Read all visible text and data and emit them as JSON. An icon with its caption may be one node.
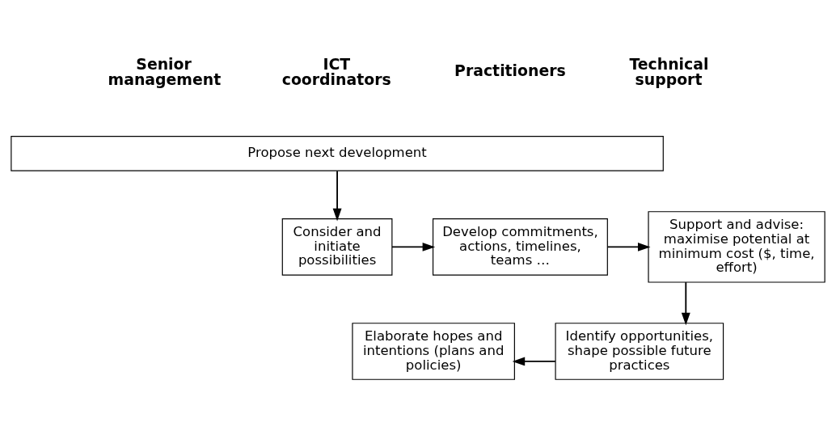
{
  "diagram": {
    "nodes": [
      {
        "text": [
          "Propose next development"
        ]
      },
      {
        "text": [
          "Consider and initiate possibilities"
        ]
      },
      {
        "text": [
          "Develop commitments, actions, timelines, teams …"
        ]
      },
      {
        "text": [
          "Support and advise: maximise potential at minimum cost ($, time, effort)"
        ]
      },
      {
        "text": [
          "Elaborate hopes and intentions (plans and policies)"
        ]
      },
      {
        "text": [
          "Identify opportunities, shape possible future practices"
        ]
      }
    ],
    "edges": [
      {
        "from": 0,
        "to": 1,
        "arrow": "to"
      },
      {
        "from": 1,
        "to": 2,
        "arrow": "to"
      },
      {
        "from": 2,
        "to": 3,
        "arrow": "to"
      },
      {
        "from": 3,
        "to": 5,
        "arrow": "to"
      },
      {
        "from": 5,
        "to": 4,
        "arrow": "to"
      }
    ],
    "labels": [
      "Senior management",
      "ICT coordinators",
      "Practitioners",
      "Technical support"
    ]
  }
}
